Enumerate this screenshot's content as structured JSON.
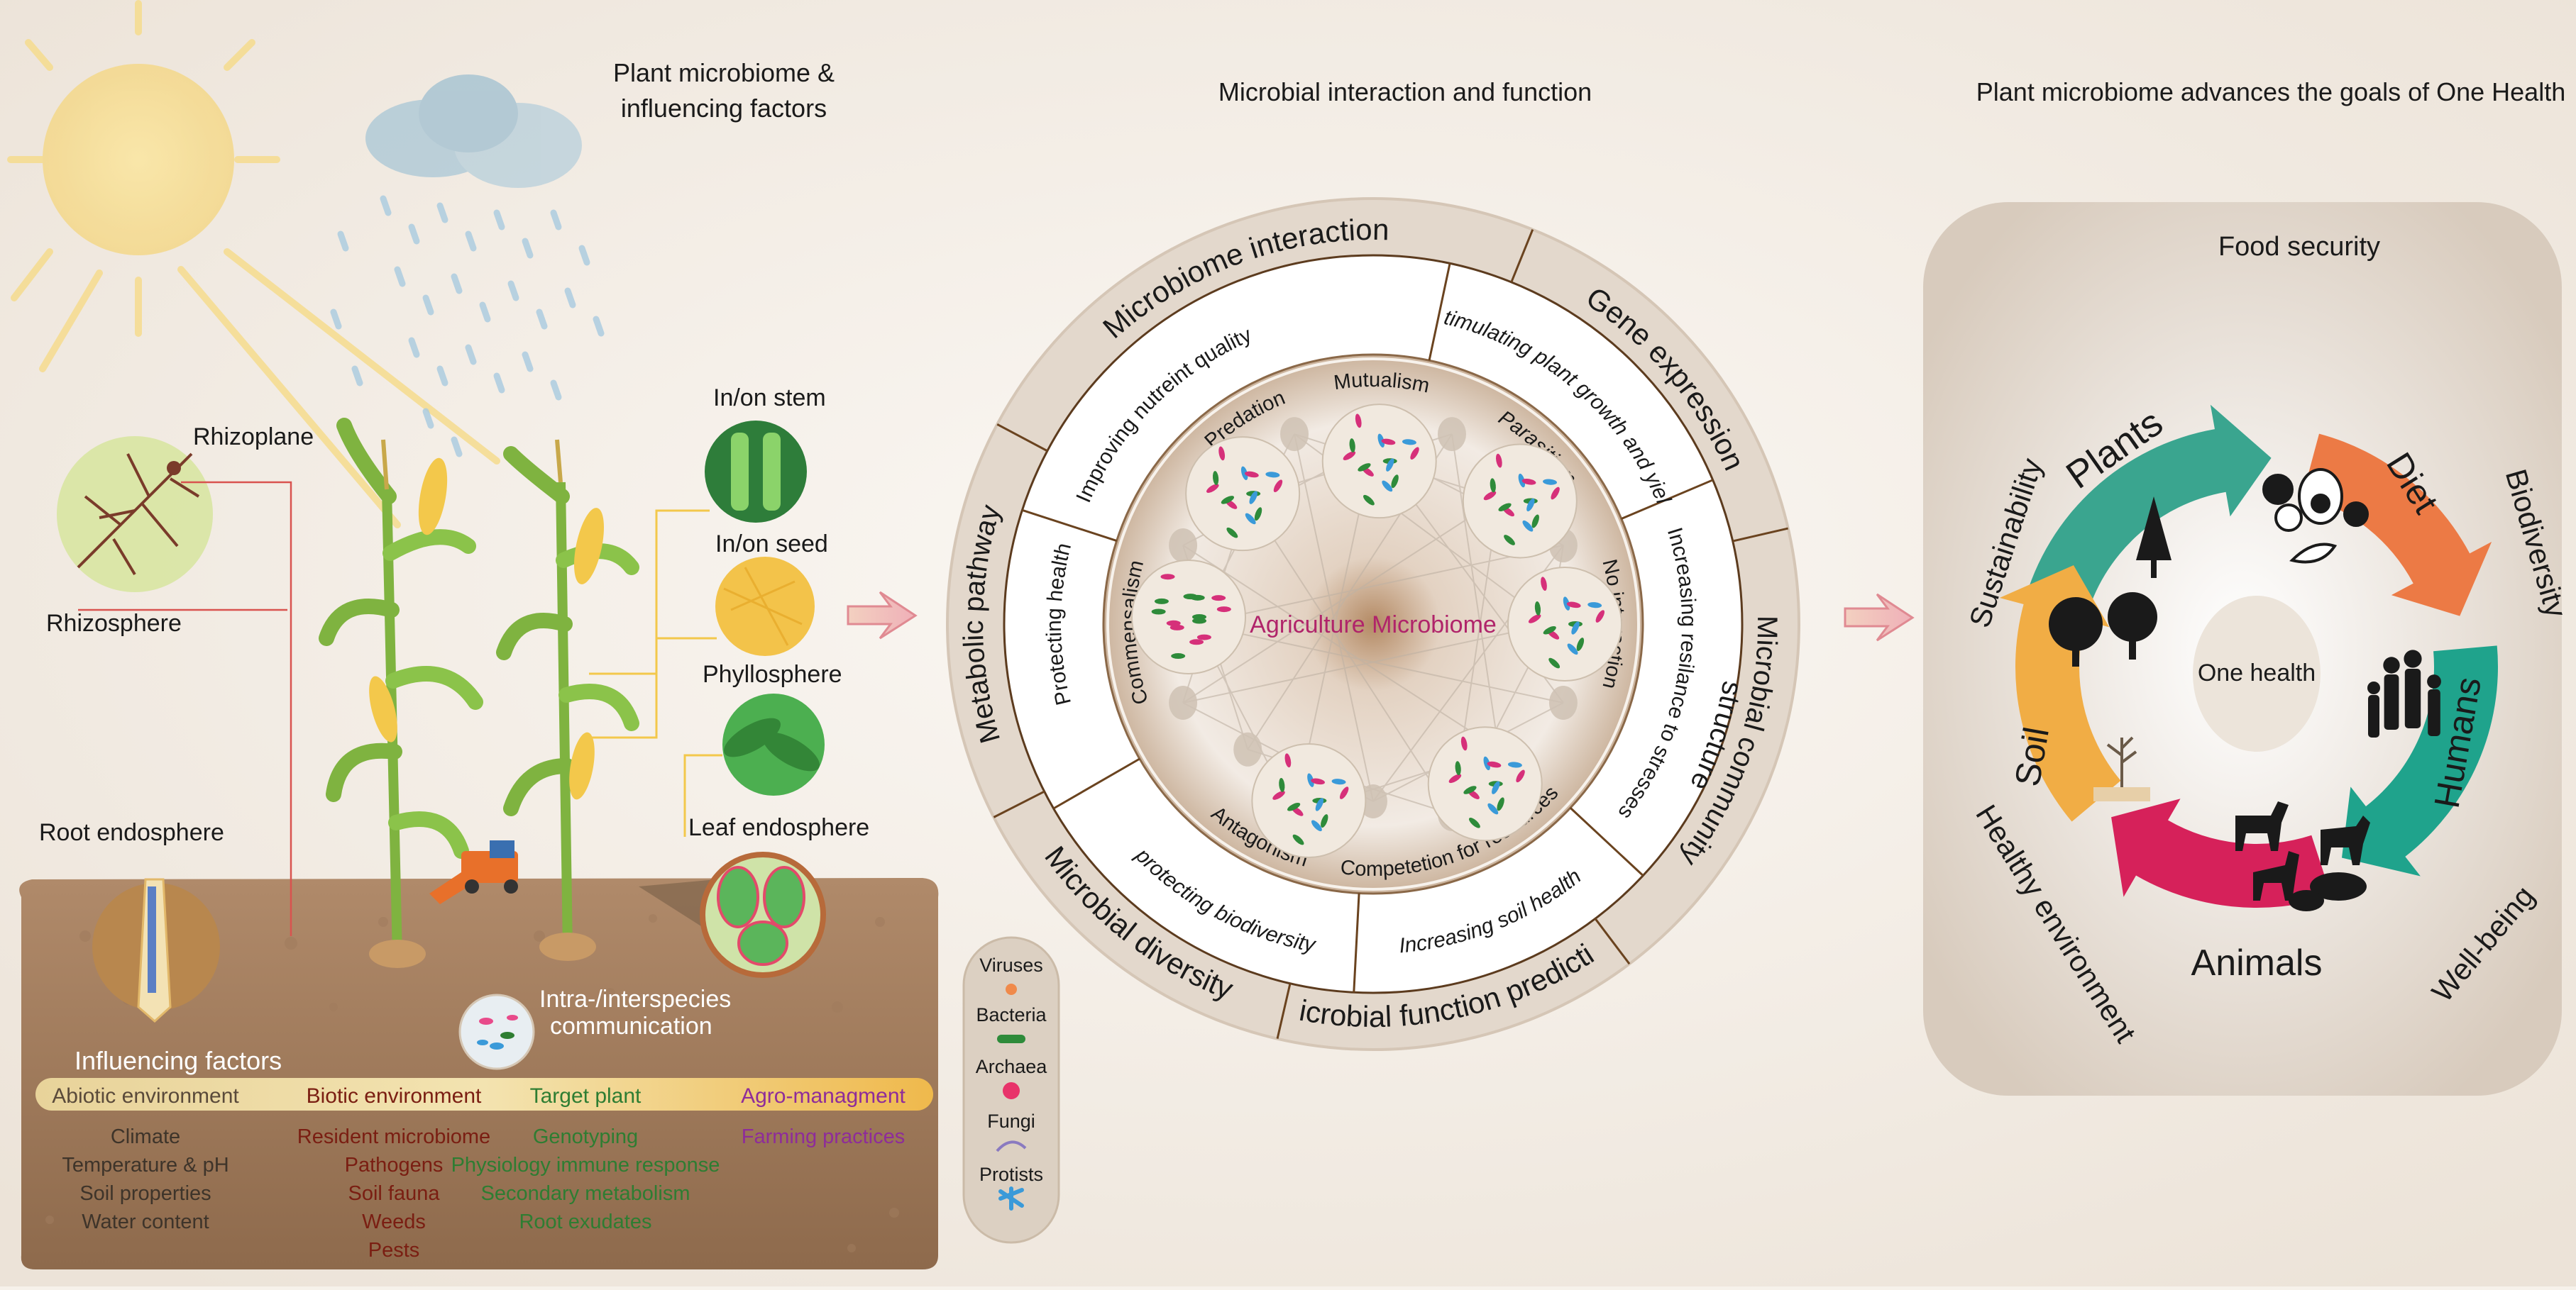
{
  "headers": {
    "left_line1": "Plant microbiome &",
    "left_line2": "influencing factors",
    "middle": "Microbial  interaction and function",
    "right": "Plant microbiome advances the goals of One Health"
  },
  "plant_panel": {
    "rhizoplane": "Rhizoplane",
    "rhizosphere": "Rhizosphere",
    "root_endosphere": "Root endosphere",
    "stem": "In/on stem",
    "seed": "In/on seed",
    "phyllosphere": "Phyllosphere",
    "leaf_endosphere": "Leaf endosphere",
    "intra_line1": "Intra-/interspecies",
    "intra_line2": "communication",
    "influencing_factors": "Influencing factors"
  },
  "factors": {
    "categories": [
      {
        "label": "Abiotic environment",
        "color": "#5a4a3a",
        "items": [
          "Climate",
          "Temperature & pH",
          "Soil properties",
          "Water content"
        ]
      },
      {
        "label": "Biotic environment",
        "color": "#7a1e12",
        "items": [
          "Resident microbiome",
          "Pathogens",
          "Soil fauna",
          "Weeds",
          "Pests"
        ]
      },
      {
        "label": "Target plant",
        "color": "#2e7d32",
        "items": [
          "Genotyping",
          "Physiology immune response",
          "Secondary metabolism",
          "Root exudates"
        ]
      },
      {
        "label": "Agro-managment",
        "color": "#8e2c9a",
        "items": [
          "Farming practices"
        ]
      }
    ]
  },
  "legend": {
    "items": [
      "Viruses",
      "Bacteria",
      "Archaea",
      "Fungi",
      "Protists"
    ]
  },
  "wheel": {
    "center": "Agriculture Microbiome",
    "outer": [
      "Gene expression",
      "Microbial community structure",
      "Microbial function prediction",
      "Microbial diversity",
      "Metabolic pathway",
      "Microbiome  interaction"
    ],
    "middle": [
      "Stimulating plant growth and yield",
      "Increasing resilance to stresses",
      "Increasing soil health",
      "protecting biodiversity",
      "Protecting health",
      "Improving nutreint quality"
    ],
    "inner": [
      "Mutualism",
      "Parasitism",
      "No interaction",
      "Competetion for resources",
      "Antagonism",
      "Commensalism",
      "Predation"
    ]
  },
  "one_health": {
    "top": "Food security",
    "center": "One health",
    "arrows": [
      "Plants",
      "Diet",
      "Humans",
      "Animals",
      "Soil"
    ],
    "goals": [
      "Sustainability",
      "Biodiversity",
      "Well-being",
      "Healthy environment"
    ],
    "colors": {
      "plants": "#3aa58f",
      "diet": "#ec7a45",
      "humans": "#1fa38c",
      "animals": "#d6215a",
      "soil": "#f1ad45"
    }
  }
}
